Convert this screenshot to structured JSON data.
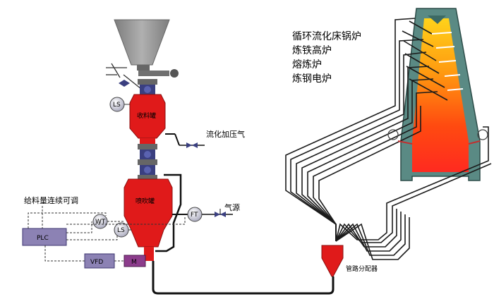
{
  "furnace_types": [
    "循环流化床锅炉",
    "炼铁高炉",
    "熔炼炉",
    "炼钢电炉"
  ],
  "vessels": {
    "upper": "收料罐",
    "lower": "喷吹罐"
  },
  "labels": {
    "fluid_gas": "流化加压气",
    "gas_source": "气源",
    "feed_control": "给料量连续可调",
    "distributor": "管路分配器"
  },
  "instruments": {
    "ls_upper": "LS",
    "ls_lower": "LS",
    "wt": "WT",
    "ft": "FT",
    "plc": "PLC",
    "vfd": "VFD",
    "motor": "M"
  },
  "colors": {
    "vessel_red": "#e01a1a",
    "hopper_gray": "#9a9a9a",
    "valve_blue": "#3a3f80",
    "furnace_shell": "#5a8a84",
    "instrument_fill": "#c8c8d8",
    "plc_fill": "#8c82b4"
  }
}
